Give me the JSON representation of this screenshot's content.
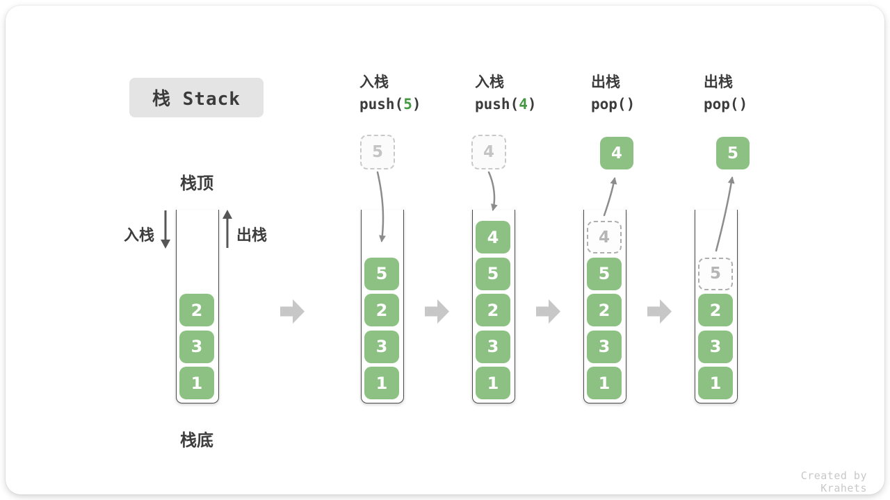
{
  "title": {
    "label": "栈 Stack"
  },
  "watermark": "Created by Krahets",
  "legend": {
    "stack_top": "栈顶",
    "stack_bottom": "栈底",
    "push_label": "入栈",
    "pop_label": "出栈"
  },
  "colors": {
    "cell_green": "#8dc083",
    "code_arg_green": "#459743",
    "step_arrow_gray": "#c7c7c7",
    "curve_arrow_gray": "#8c8c8c",
    "title_bg": "#e4e4e4",
    "text_dark": "#3b3b3b"
  },
  "steps": {
    "push5": {
      "op": "入栈",
      "fn": "push(",
      "arg": "5",
      "close": ")",
      "floating": "5"
    },
    "push4": {
      "op": "入栈",
      "fn": "push(",
      "arg": "4",
      "close": ")",
      "floating": "4"
    },
    "pop4": {
      "op": "出栈",
      "fn": "pop()",
      "arg": "",
      "close": "",
      "floating": "4",
      "ghost": "4"
    },
    "pop5": {
      "op": "出栈",
      "fn": "pop()",
      "arg": "",
      "close": "",
      "floating": "5",
      "ghost": "5"
    }
  },
  "stacks": {
    "initial": [
      "2",
      "3",
      "1"
    ],
    "after_push5": [
      "5",
      "2",
      "3",
      "1"
    ],
    "after_push4": [
      "4",
      "5",
      "2",
      "3",
      "1"
    ],
    "after_pop4": [
      "5",
      "2",
      "3",
      "1"
    ],
    "after_pop5": [
      "2",
      "3",
      "1"
    ]
  }
}
